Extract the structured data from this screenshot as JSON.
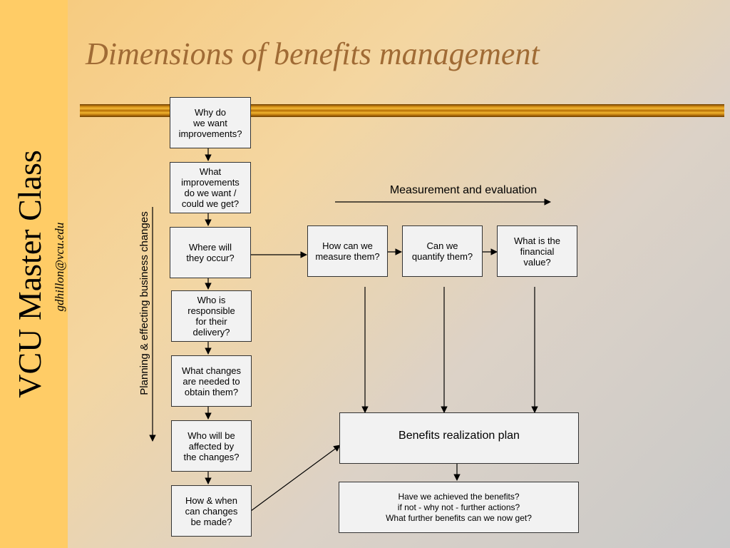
{
  "slide": {
    "title": "Dimensions of benefits management",
    "brand_title": "VCU  Master Class",
    "brand_email": "gdhillon@vcu.edu"
  },
  "diagram": {
    "left_column": [
      "Why do\nwe want\nimprovements?",
      "What\nimprovements\ndo we want /\ncould we get?",
      "Where will\nthey occur?",
      "Who is\nresponsible\nfor their\ndelivery?",
      "What changes\nare needed to\nobtain them?",
      "Who will be\naffected by\nthe changes?",
      "How & when\ncan changes\nbe made?"
    ],
    "measure_row": [
      "How can we\nmeasure them?",
      "Can we\nquantify them?",
      "What is the\nfinancial\nvalue?"
    ],
    "measurement_label": "Measurement and evaluation",
    "planning_label": "Planning & effecting business changes",
    "plan_box": "Benefits realization plan",
    "review_box": "Have we achieved the benefits?\nif not - why not - further actions?\nWhat further benefits can we now get?",
    "colors": {
      "title": "#a06b35",
      "side_band": "#ffcc66",
      "box_fill": "#f2f2f2",
      "rule_gold": "#f2b835"
    }
  }
}
